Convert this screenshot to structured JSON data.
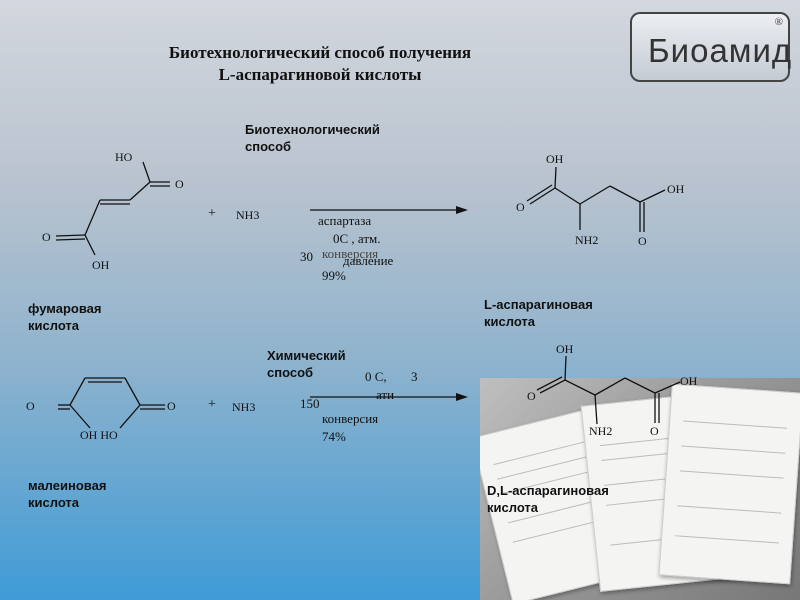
{
  "title": {
    "line1": "Биотехнологический способ получения",
    "line2": "L-аспарагиновой кислоты"
  },
  "logo": {
    "text": "Биоамид",
    "reg": "®"
  },
  "fumaric": {
    "name_line1": "фумаровая",
    "name_line2": "кислота",
    "atoms": {
      "ho_top": "HO",
      "o_top": "O",
      "o_left": "O",
      "oh_bottom": "OH"
    }
  },
  "reaction1": {
    "plus": "+",
    "reagent": "NH3",
    "method_line1": "Биотехнологический",
    "method_line2": "способ",
    "enzyme": "аспартаза",
    "cond_line1": "0C , атм.",
    "cond_line2": "давление",
    "temp": "30",
    "conversion_label": "конверсия",
    "conversion_value": "99%"
  },
  "l_asp": {
    "name_line1": "L-аспарагиновая",
    "name_line2": "кислота",
    "atoms": {
      "oh_top": "OH",
      "oh_right": "OH",
      "o_left": "O",
      "o_right": "O",
      "nh2": "NH2"
    }
  },
  "maleic": {
    "name_line1": "малеиновая",
    "name_line2": "кислота",
    "atoms": {
      "o_left": "O",
      "o_right": "O",
      "oh_ho": "OH HO"
    }
  },
  "reaction2": {
    "plus": "+",
    "reagent": "NH3",
    "method_line1": "Химический",
    "method_line2": "способ",
    "cond_deg": "0 C,",
    "cond_pressure": "3",
    "cond_unit": "ати",
    "temp": "150",
    "conversion_label": "конверсия",
    "conversion_value": "74%"
  },
  "dl_asp": {
    "name_line1": "D,L-аспарагиновая",
    "name_line2": "кислота",
    "atoms": {
      "oh_top": "OH",
      "oh_right": "OH",
      "o_left": "O",
      "o_right": "O",
      "nh2": "NH2"
    }
  },
  "photo": {
    "icon": "patent-documents-photo"
  }
}
